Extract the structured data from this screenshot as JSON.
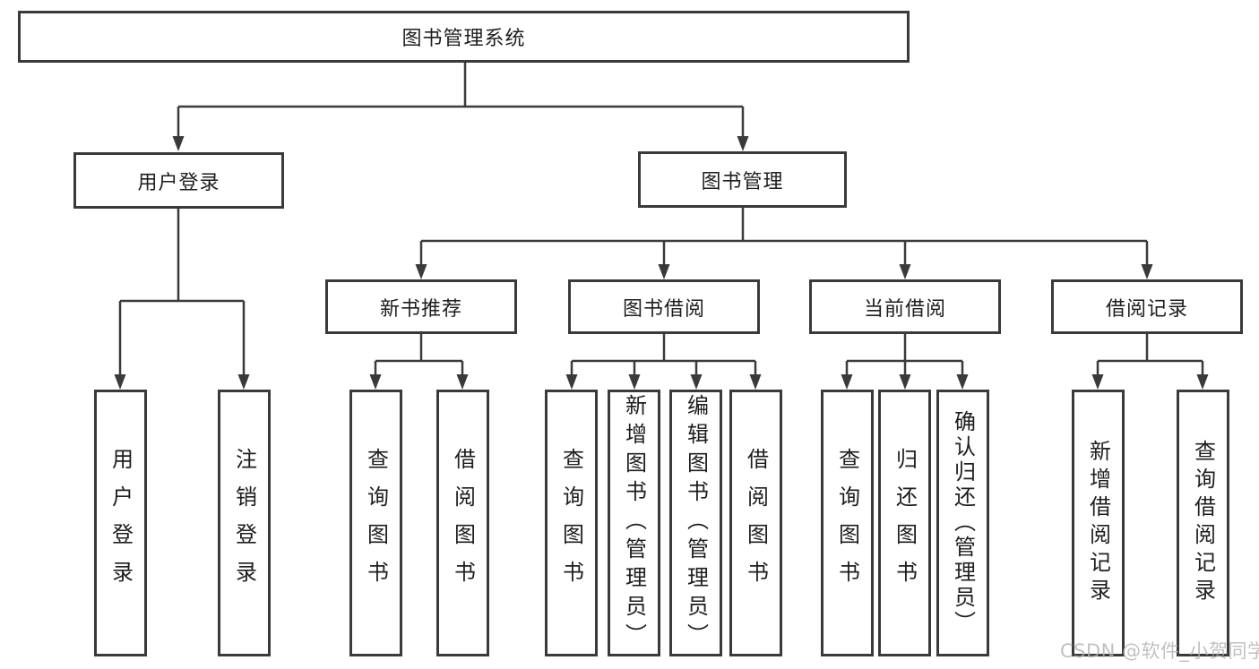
{
  "colors": {
    "line": "#3a3a3a",
    "text": "#1e1e1e",
    "watermark": "#b2b2b2",
    "background": "#ffffff"
  },
  "watermark": "CSDN @软件_小贺同学",
  "tree": {
    "root": "图书管理系统",
    "branches": {
      "user_login": "用户登录",
      "book_mgmt": "图书管理"
    },
    "modules": {
      "new_book_rec": "新书推荐",
      "book_borrow": "图书借阅",
      "current_borrow": "当前借阅",
      "borrow_records": "借阅记录"
    },
    "leaves": {
      "user_login_login": "用户登录",
      "user_login_logout": "注销登录",
      "rec_query_books": "查询图书",
      "rec_borrow_books": "借阅图书",
      "borrow_query_books": "查询图书",
      "borrow_add_books_admin": "新增图书（管理员）",
      "borrow_edit_books_admin": "编辑图书（管理员）",
      "borrow_borrow_books": "借阅图书",
      "current_query_books": "查询图书",
      "current_return_books": "归还图书",
      "current_confirm_return_admin": "确认归还（管理员）",
      "records_add_record": "新增借阅记录",
      "records_query_record": "查询借阅记录"
    }
  }
}
